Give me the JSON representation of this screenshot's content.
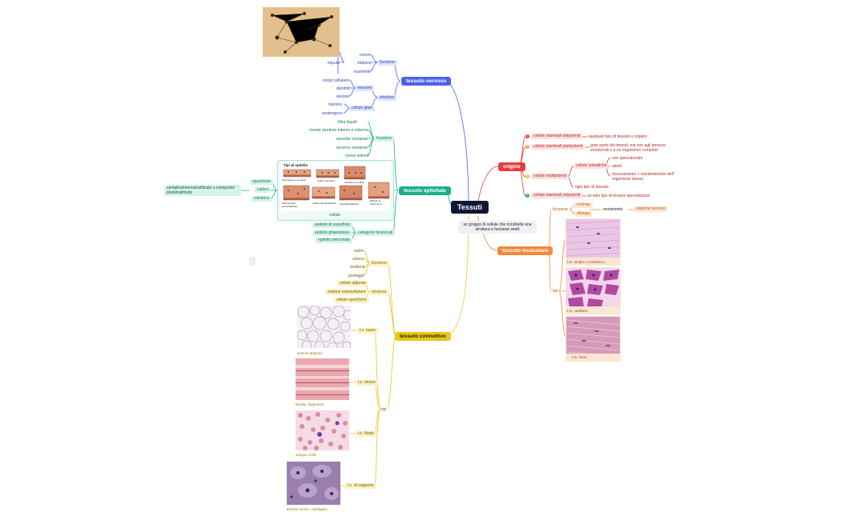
{
  "root": {
    "title": "Tessuti",
    "definition": "un gruppo di cellule che condivide una struttura e funzione simili"
  },
  "colors": {
    "nervoso": "#4a63e7",
    "epiteliale": "#1bb08a",
    "connettivo": "#e8c61b",
    "muscolare": "#f08a3c",
    "origine": "#e53e3e",
    "root": "#0f1737"
  },
  "nervoso": {
    "label": "tessuto nervoso",
    "funzione": "funzione",
    "funzione_items": [
      "riceve",
      "elabora",
      "trasmette"
    ],
    "impulsi": "impulsi",
    "struttura": "struttura",
    "neurone": "neurone",
    "neurone_items": [
      "corpo cellulare",
      "dendriti",
      "assone"
    ],
    "cellule_gliali": "cellule gliali",
    "gliali_items": [
      "nutrono",
      "sostengono"
    ]
  },
  "epiteliale": {
    "label": "tessuto epiteliale",
    "funzione": "funzione",
    "funzione_items": [
      "filtra liquidi",
      "riveste strutture interne e esterne",
      "assorbe sostanze",
      "secerne sostanze",
      "riceve stimoli"
    ],
    "cellule": "cellule",
    "cellule_items": [
      "squamose",
      "cubico",
      "cilindrico"
    ],
    "strati": "semplice/monostratificato o composto/ pluristratificato",
    "diagram_title": "Tipi di epitelio",
    "diagram_labels": [
      "Pavimentoso semplice",
      "Cubico semplice",
      "Cilindrico semplice",
      "Pavimentoso pluristratificato",
      "Cubico pluristratificato",
      "Pseudostratificato",
      "Epitelio di transizione"
    ],
    "categorie": "categorie funzionali",
    "categorie_items": [
      "epitelio di superficie",
      "epitelio ghiandolare",
      "epitelio sensoriale"
    ]
  },
  "connettivo": {
    "label": "tessuto connettivo",
    "funzione": "funzione",
    "funzione_items": [
      "nutre",
      "unisce",
      "sostiene",
      "protegge"
    ],
    "struttura": "struttura",
    "struttura_items": [
      "cellule adipose",
      "matrice extracellulare",
      "cellule specifiche"
    ],
    "tipi": "tipi",
    "tipi_items": [
      "t.c. lasso",
      "t.c. denso",
      "t.c. fluido",
      "t.c. di supporto"
    ],
    "captions": [
      "tessuto adiposo",
      "tendini, legamenti",
      "sangue, linfa",
      "tessuto osseo, cartilagine"
    ]
  },
  "origine": {
    "label": "origine",
    "items": [
      {
        "badge": "1",
        "label": "cellule staminali totipotenti",
        "desc": "qualsiasi tipo di tessuto o organo"
      },
      {
        "badge": "2",
        "label": "cellule staminali pluripotenti",
        "desc": "gran parte dei tessuti, ma non agli annessi embrionali e a un organismo completo"
      },
      {
        "badge": "3",
        "label": "cellule multipotenti"
      },
      {
        "badge": "4",
        "label": "cellule staminali unipotenti",
        "desc": "un solo tipo di tessuto specializzato"
      }
    ],
    "somatiche": "cellule somatiche",
    "somatiche_items": [
      "non specializzate",
      "adulti",
      "rinnovamento + mantenimento dell' organismo stesso"
    ],
    "ogni_tipo": "ogni tipo di tessuto"
  },
  "muscolare": {
    "label": "tessuto muscolare",
    "funzione": "funzione",
    "funzione_items": [
      "contrae",
      "allunga"
    ],
    "movimento": "movimento",
    "sistema": "sistema nervoso",
    "tipi": "tipi",
    "captions": [
      "t.m. striato o scheletrico",
      "t.m. cardiaco",
      "t.m. liscio"
    ]
  }
}
